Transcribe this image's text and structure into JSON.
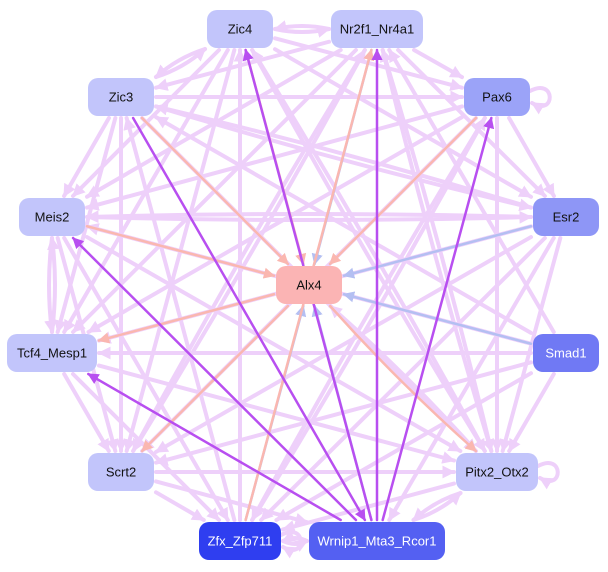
{
  "colors": {
    "edge_light_purple": "#eed0fa",
    "edge_strong_purple": "#b84ff0",
    "edge_blue": "#b4bff2",
    "edge_salmon": "#fab7b0",
    "node_default": "#c2c5fb",
    "node_center": "#fbb4b4"
  },
  "nodes": [
    {
      "id": "zic4",
      "label": "Zic4",
      "fill": "#c2c5fb",
      "text_color": "#111111"
    },
    {
      "id": "nr2f1",
      "label": "Nr2f1_Nr4a1",
      "fill": "#c2c5fb",
      "text_color": "#111111"
    },
    {
      "id": "zic3",
      "label": "Zic3",
      "fill": "#c2c5fb",
      "text_color": "#111111"
    },
    {
      "id": "pax6",
      "label": "Pax6",
      "fill": "#9ba3f8",
      "text_color": "#111111"
    },
    {
      "id": "meis2",
      "label": "Meis2",
      "fill": "#c2c5fb",
      "text_color": "#111111"
    },
    {
      "id": "esr2",
      "label": "Esr2",
      "fill": "#8e96f6",
      "text_color": "#111111"
    },
    {
      "id": "alx4",
      "label": "Alx4",
      "fill": "#fbb4b4",
      "text_color": "#111111"
    },
    {
      "id": "tcf4",
      "label": "Tcf4_Mesp1",
      "fill": "#c2c5fb",
      "text_color": "#111111"
    },
    {
      "id": "smad1",
      "label": "Smad1",
      "fill": "#7079f4",
      "text_color": "#ffffff"
    },
    {
      "id": "scrt2",
      "label": "Scrt2",
      "fill": "#c2c5fb",
      "text_color": "#111111"
    },
    {
      "id": "pitx2",
      "label": "Pitx2_Otx2",
      "fill": "#c2c5fb",
      "text_color": "#111111"
    },
    {
      "id": "zfx",
      "label": "Zfx_Zfp711",
      "fill": "#2f3ef0",
      "text_color": "#ffffff"
    },
    {
      "id": "wrnip1",
      "label": "Wrnip1_Mta3_Rcor1",
      "fill": "#5460f2",
      "text_color": "#ffffff"
    }
  ],
  "edges": [
    {
      "from": "zic4",
      "to": "nr2f1",
      "color": "light"
    },
    {
      "from": "nr2f1",
      "to": "zic4",
      "color": "light"
    },
    {
      "from": "zic4",
      "to": "zic3",
      "color": "light"
    },
    {
      "from": "zic3",
      "to": "zic4",
      "color": "light"
    },
    {
      "from": "zic4",
      "to": "pax6",
      "color": "light"
    },
    {
      "from": "zic4",
      "to": "esr2",
      "color": "light"
    },
    {
      "from": "zic4",
      "to": "meis2",
      "color": "light"
    },
    {
      "from": "zic4",
      "to": "tcf4",
      "color": "light"
    },
    {
      "from": "zic4",
      "to": "scrt2",
      "color": "light"
    },
    {
      "from": "zic4",
      "to": "pitx2",
      "color": "light"
    },
    {
      "from": "zic4",
      "to": "alx4",
      "color": "salmon"
    },
    {
      "from": "wrnip1",
      "to": "zic4",
      "color": "strong"
    },
    {
      "from": "zfx",
      "to": "zic4",
      "color": "light"
    },
    {
      "from": "nr2f1",
      "to": "zic3",
      "color": "light"
    },
    {
      "from": "nr2f1",
      "to": "pax6",
      "color": "light"
    },
    {
      "from": "nr2f1",
      "to": "meis2",
      "color": "light"
    },
    {
      "from": "nr2f1",
      "to": "esr2",
      "color": "light"
    },
    {
      "from": "nr2f1",
      "to": "tcf4",
      "color": "light"
    },
    {
      "from": "nr2f1",
      "to": "scrt2",
      "color": "light"
    },
    {
      "from": "nr2f1",
      "to": "pitx2",
      "color": "light"
    },
    {
      "from": "nr2f1",
      "to": "alx4",
      "color": "blue"
    },
    {
      "from": "wrnip1",
      "to": "nr2f1",
      "color": "strong"
    },
    {
      "from": "zfx",
      "to": "nr2f1",
      "color": "salmon"
    },
    {
      "from": "smad1",
      "to": "nr2f1",
      "color": "light"
    },
    {
      "from": "zic3",
      "to": "pax6",
      "color": "light"
    },
    {
      "from": "zic3",
      "to": "meis2",
      "color": "light"
    },
    {
      "from": "zic3",
      "to": "esr2",
      "color": "light"
    },
    {
      "from": "zic3",
      "to": "tcf4",
      "color": "light"
    },
    {
      "from": "zic3",
      "to": "scrt2",
      "color": "light"
    },
    {
      "from": "zic3",
      "to": "pitx2",
      "color": "light"
    },
    {
      "from": "zic3",
      "to": "alx4",
      "color": "salmon"
    },
    {
      "from": "zic3",
      "to": "wrnip1",
      "color": "strong"
    },
    {
      "from": "zfx",
      "to": "zic3",
      "color": "light"
    },
    {
      "from": "smad1",
      "to": "zic3",
      "color": "light"
    },
    {
      "from": "pax6",
      "to": "pax6",
      "color": "light"
    },
    {
      "from": "pax6",
      "to": "meis2",
      "color": "light"
    },
    {
      "from": "pax6",
      "to": "esr2",
      "color": "light"
    },
    {
      "from": "pax6",
      "to": "tcf4",
      "color": "light"
    },
    {
      "from": "pax6",
      "to": "scrt2",
      "color": "light"
    },
    {
      "from": "pax6",
      "to": "pitx2",
      "color": "light"
    },
    {
      "from": "pax6",
      "to": "alx4",
      "color": "salmon"
    },
    {
      "from": "wrnip1",
      "to": "pax6",
      "color": "strong"
    },
    {
      "from": "pax6",
      "to": "zfx",
      "color": "light"
    },
    {
      "from": "meis2",
      "to": "esr2",
      "color": "light"
    },
    {
      "from": "esr2",
      "to": "meis2",
      "color": "light"
    },
    {
      "from": "meis2",
      "to": "tcf4",
      "color": "light"
    },
    {
      "from": "tcf4",
      "to": "meis2",
      "color": "light"
    },
    {
      "from": "meis2",
      "to": "scrt2",
      "color": "light"
    },
    {
      "from": "meis2",
      "to": "pitx2",
      "color": "light"
    },
    {
      "from": "meis2",
      "to": "alx4",
      "color": "salmon"
    },
    {
      "from": "wrnip1",
      "to": "meis2",
      "color": "strong"
    },
    {
      "from": "meis2",
      "to": "zfx",
      "color": "light"
    },
    {
      "from": "smad1",
      "to": "meis2",
      "color": "light"
    },
    {
      "from": "esr2",
      "to": "tcf4",
      "color": "light"
    },
    {
      "from": "esr2",
      "to": "scrt2",
      "color": "light"
    },
    {
      "from": "esr2",
      "to": "pitx2",
      "color": "light"
    },
    {
      "from": "esr2",
      "to": "alx4",
      "color": "blue"
    },
    {
      "from": "esr2",
      "to": "zfx",
      "color": "light"
    },
    {
      "from": "esr2",
      "to": "wrnip1",
      "color": "light"
    },
    {
      "from": "esr2",
      "to": "zic3",
      "color": "light"
    },
    {
      "from": "alx4",
      "to": "tcf4",
      "color": "salmon"
    },
    {
      "from": "alx4",
      "to": "pitx2",
      "color": "salmon"
    },
    {
      "from": "alx4",
      "to": "scrt2",
      "color": "salmon"
    },
    {
      "from": "smad1",
      "to": "alx4",
      "color": "blue"
    },
    {
      "from": "zfx",
      "to": "alx4",
      "color": "blue"
    },
    {
      "from": "wrnip1",
      "to": "alx4",
      "color": "blue"
    },
    {
      "from": "pitx2",
      "to": "alx4",
      "color": "light"
    },
    {
      "from": "tcf4",
      "to": "scrt2",
      "color": "light"
    },
    {
      "from": "tcf4",
      "to": "pitx2",
      "color": "light"
    },
    {
      "from": "tcf4",
      "to": "zfx",
      "color": "light"
    },
    {
      "from": "wrnip1",
      "to": "tcf4",
      "color": "strong"
    },
    {
      "from": "smad1",
      "to": "tcf4",
      "color": "light"
    },
    {
      "from": "smad1",
      "to": "pitx2",
      "color": "light"
    },
    {
      "from": "smad1",
      "to": "scrt2",
      "color": "light"
    },
    {
      "from": "smad1",
      "to": "zfx",
      "color": "light"
    },
    {
      "from": "scrt2",
      "to": "pitx2",
      "color": "light"
    },
    {
      "from": "scrt2",
      "to": "zfx",
      "color": "light"
    },
    {
      "from": "scrt2",
      "to": "wrnip1",
      "color": "light"
    },
    {
      "from": "pitx2",
      "to": "pitx2",
      "color": "light"
    },
    {
      "from": "pitx2",
      "to": "zfx",
      "color": "light"
    },
    {
      "from": "pitx2",
      "to": "wrnip1",
      "color": "light"
    },
    {
      "from": "wrnip1",
      "to": "pitx2",
      "color": "light"
    },
    {
      "from": "zfx",
      "to": "wrnip1",
      "color": "light"
    },
    {
      "from": "wrnip1",
      "to": "zfx",
      "color": "light"
    },
    {
      "from": "zfx",
      "to": "zfx",
      "color": "light"
    },
    {
      "from": "zfx",
      "to": "pax6",
      "color": "light"
    },
    {
      "from": "scrt2",
      "to": "nr2f1",
      "color": "light"
    },
    {
      "from": "pitx2",
      "to": "nr2f1",
      "color": "light"
    },
    {
      "from": "pitx2",
      "to": "zic4",
      "color": "light"
    }
  ]
}
